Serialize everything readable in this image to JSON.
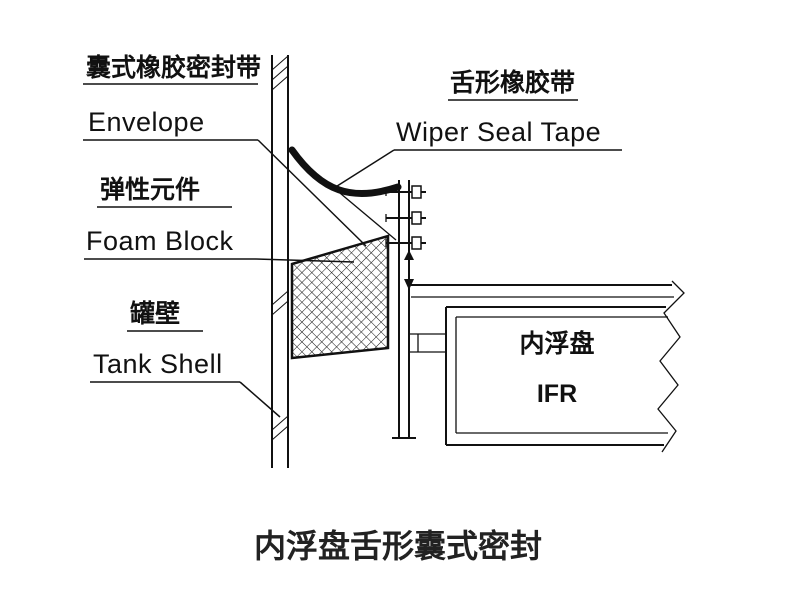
{
  "caption": "内浮盘舌形囊式密封",
  "labels": {
    "envelope_cn": "囊式橡胶密封带",
    "envelope_en": "Envelope",
    "foam_cn": "弹性元件",
    "foam_en": "Foam Block",
    "tank_cn": "罐壁",
    "tank_en": "Tank Shell",
    "wiper_cn": "舌形橡胶带",
    "wiper_en": "Wiper Seal Tape",
    "ifr_cn": "内浮盘",
    "ifr_en": "IFR"
  },
  "colors": {
    "line": "#111111",
    "background": "#ffffff",
    "caption": "#222222"
  }
}
